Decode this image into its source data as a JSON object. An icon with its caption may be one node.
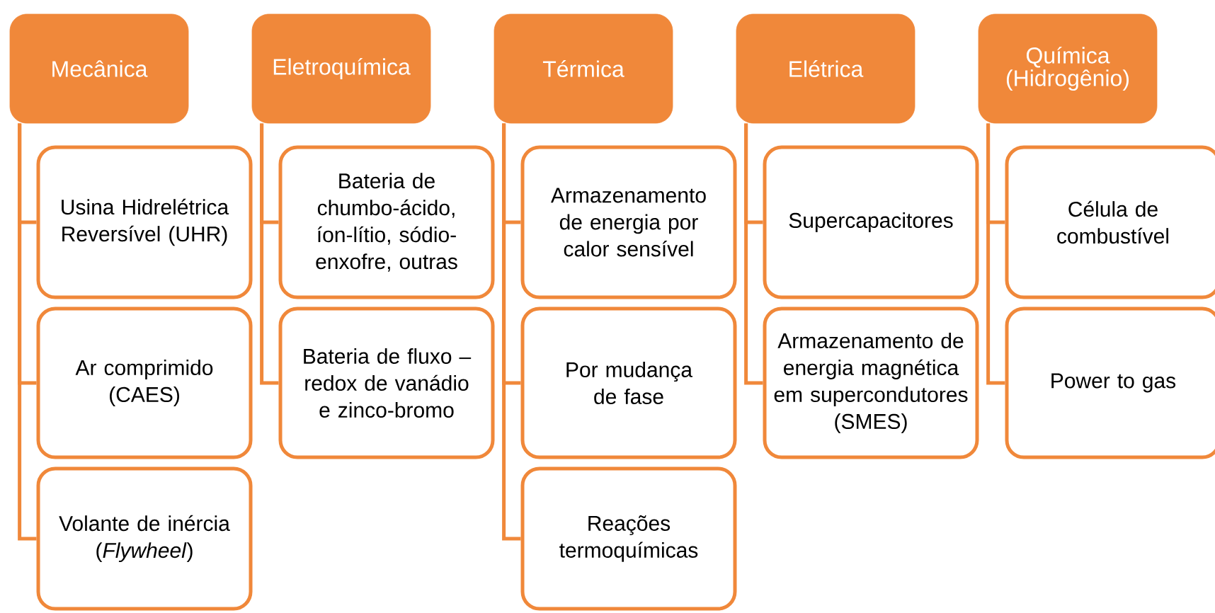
{
  "diagram": {
    "nodes": [
      {
        "text": [
          "Mecânica"
        ]
      },
      {
        "text": [
          "Usina Hidrelétrica Reversível (UHR)"
        ]
      },
      {
        "text": [
          "Ar comprimido (CAES)"
        ]
      },
      {
        "text": [
          "Volante de inércia (*Flywheel*)"
        ]
      },
      {
        "text": [
          "Eletroquímica"
        ]
      },
      {
        "text": [
          "Bateria de chumbo-ácido, íon-lítio, sódio-enxofre, outras"
        ]
      },
      {
        "text": [
          "Bateria de fluxo – redox de vanádio e zinco-bromo"
        ]
      },
      {
        "text": [
          "Térmica"
        ]
      },
      {
        "text": [
          "Armazenamento de energia por calor sensível"
        ]
      },
      {
        "text": [
          "Por mudança de fase"
        ]
      },
      {
        "text": [
          "Reações termoquímicas"
        ]
      },
      {
        "text": [
          "Elétrica"
        ]
      },
      {
        "text": [
          "Supercapacitores"
        ]
      },
      {
        "text": [
          "Armazenamento de energia magnética em supercondutores (SMES)"
        ]
      },
      {
        "text": [
          "Química (Hidrogênio)"
        ]
      },
      {
        "text": [
          "Célula de combustível"
        ]
      },
      {
        "text": [
          "Power to gas"
        ]
      }
    ],
    "edges": [
      {
        "from": 0,
        "to": 1,
        "arrow": "none"
      },
      {
        "from": 0,
        "to": 2,
        "arrow": "none"
      },
      {
        "from": 0,
        "to": 3,
        "arrow": "none"
      },
      {
        "from": 4,
        "to": 5,
        "arrow": "none"
      },
      {
        "from": 4,
        "to": 6,
        "arrow": "none"
      },
      {
        "from": 7,
        "to": 8,
        "arrow": "none"
      },
      {
        "from": 7,
        "to": 9,
        "arrow": "none"
      },
      {
        "from": 7,
        "to": 10,
        "arrow": "none"
      },
      {
        "from": 11,
        "to": 12,
        "arrow": "none"
      },
      {
        "from": 11,
        "to": 13,
        "arrow": "none"
      },
      {
        "from": 14,
        "to": 15,
        "arrow": "none"
      },
      {
        "from": 14,
        "to": 16,
        "arrow": "none"
      }
    ]
  }
}
